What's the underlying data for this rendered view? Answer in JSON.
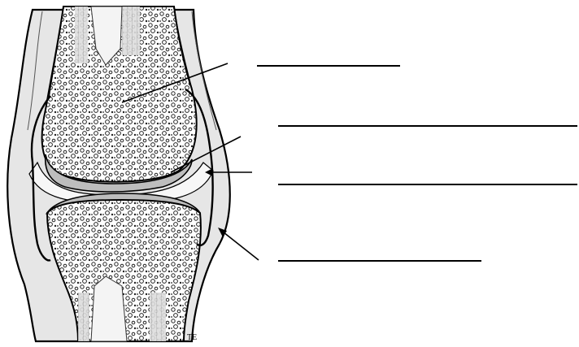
{
  "diagram": {
    "labels": [
      {
        "id": "label-1",
        "text": ""
      },
      {
        "id": "label-2",
        "text": ""
      },
      {
        "id": "label-3",
        "text": ""
      },
      {
        "id": "label-4",
        "text": ""
      }
    ],
    "colors": {
      "ink": "#000000",
      "bone_shaft": "#d9d9d9",
      "cartilage": "#cfcfcf",
      "joint_cavity": "#f6f6f6",
      "capsule": "#e3e3e3",
      "spongy_bone": "#ffffff"
    },
    "artist_mark": "TE"
  }
}
